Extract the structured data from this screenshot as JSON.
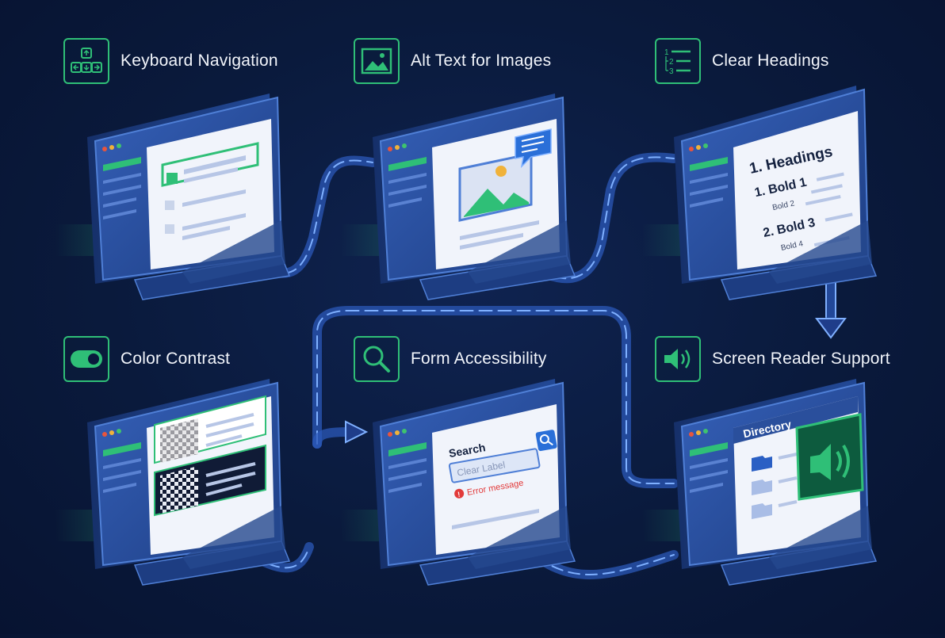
{
  "colors": {
    "background": "#0a1a3c",
    "accent_green": "#2fbf77",
    "screen_frame": "#2a4f9c",
    "screen_frame_dark": "#1a3674",
    "screen_content": "#f1f4fb",
    "connector_light": "#6ea0ff",
    "error_red": "#e23a3a"
  },
  "features": [
    {
      "id": "keyboard",
      "title": "Keyboard Navigation",
      "icon": "keyboard-arrows-icon"
    },
    {
      "id": "alt-text",
      "title": "Alt Text for Images",
      "icon": "image-icon"
    },
    {
      "id": "headings",
      "title": "Clear Headings",
      "icon": "numbered-list-icon"
    },
    {
      "id": "contrast",
      "title": "Color Contrast",
      "icon": "toggle-icon"
    },
    {
      "id": "forms",
      "title": "Form Accessibility",
      "icon": "magnifier-icon"
    },
    {
      "id": "screen-reader",
      "title": "Screen Reader Support",
      "icon": "speaker-icon"
    }
  ],
  "icon_texts": {
    "list_numbers": [
      "1",
      "2",
      "3"
    ]
  },
  "headings_screen": {
    "h1": "1. Headings",
    "b1": "1. Bold 1",
    "b2": "Bold 2",
    "b3": "2. Bold 3",
    "b4": "Bold 4"
  },
  "form_screen": {
    "label": "Search",
    "placeholder": "Clear Label",
    "error": "Error message"
  },
  "reader_screen": {
    "title": "Directory"
  }
}
